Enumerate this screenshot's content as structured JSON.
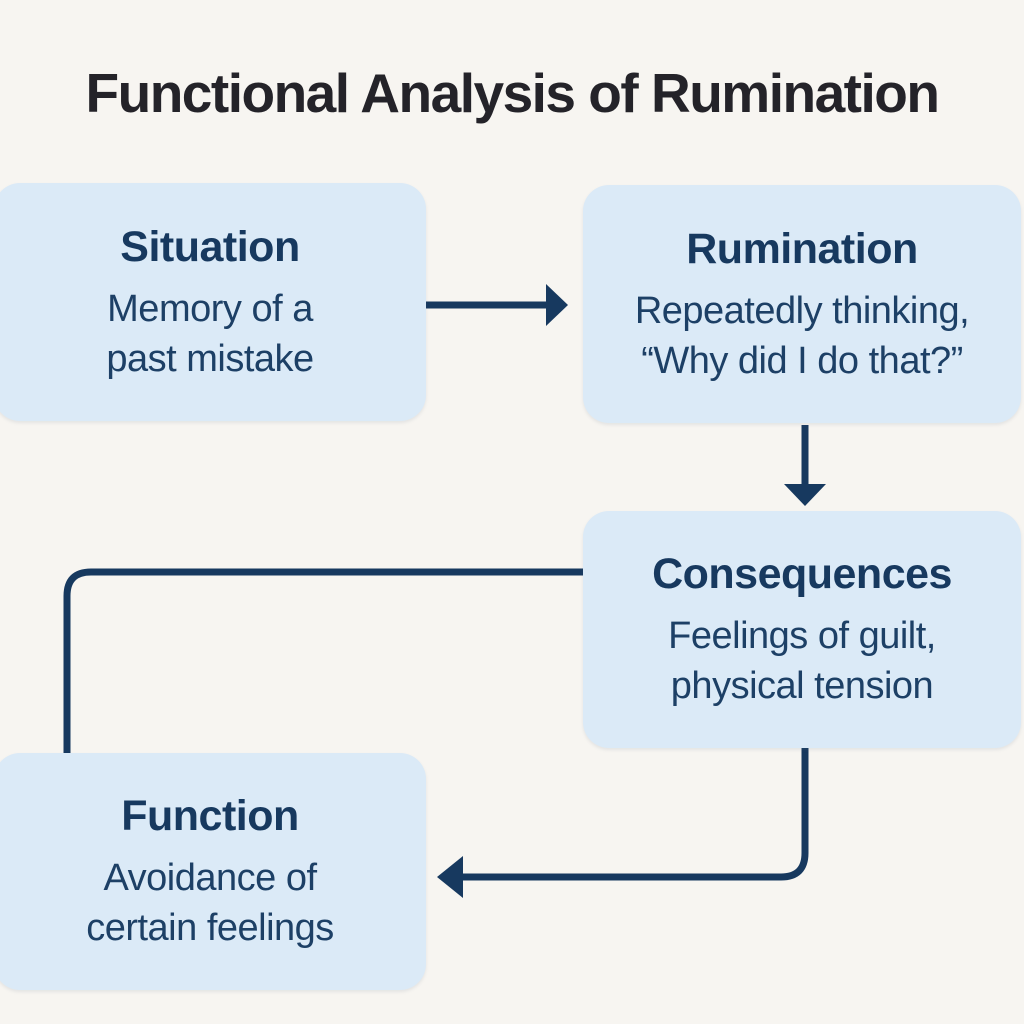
{
  "title": "Functional Analysis of Rumination",
  "nodes": {
    "situation": {
      "heading": "Situation",
      "body": "Memory of a\npast mistake"
    },
    "rumination": {
      "heading": "Rumination",
      "body": "Repeatedly thinking,\n“Why did I do that?”"
    },
    "consequences": {
      "heading": "Consequences",
      "body": "Feelings of guilt,\nphysical tension"
    },
    "function": {
      "heading": "Function",
      "body": "Avoidance of\ncertain feelings"
    }
  },
  "connections": [
    {
      "from": "situation",
      "to": "rumination",
      "shape": "straight-right-arrow"
    },
    {
      "from": "rumination",
      "to": "consequences",
      "shape": "straight-down-arrow"
    },
    {
      "from": "consequences",
      "to": "function",
      "shape": "elbow-left-then-down-no-head"
    },
    {
      "from": "consequences",
      "to": "function",
      "shape": "elbow-down-then-left-arrow"
    }
  ],
  "colors": {
    "background": "#f7f5f1",
    "box-fill": "#dbeaf7",
    "navy": "#17395f",
    "body-navy": "#1d4066",
    "title-color": "#242329"
  }
}
